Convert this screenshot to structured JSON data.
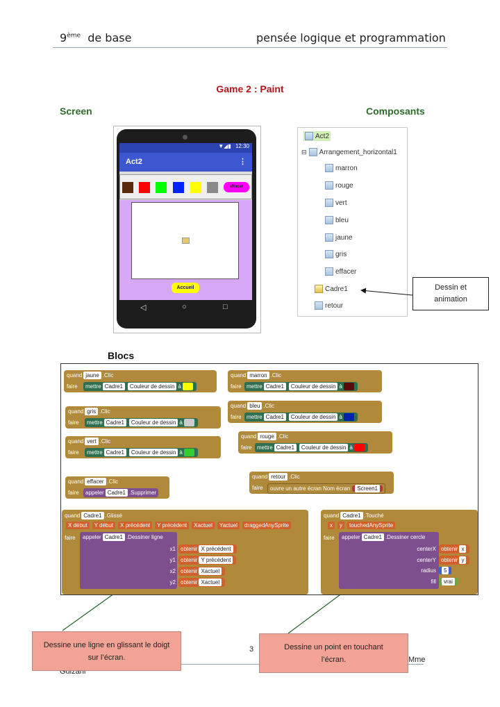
{
  "header": {
    "grade": "9",
    "grade_sup": "ème",
    "grade_suffix": "de base",
    "subject": "pensée logique et programmation"
  },
  "title": "Game 2 :  Paint",
  "sections": {
    "screen": "Screen",
    "components": "Composants",
    "blocks": "Blocs"
  },
  "phone": {
    "time": "12:30",
    "app_title": "Act2",
    "swatches": [
      "#5a2a0c",
      "#ff0000",
      "#00ff00",
      "#0022ff",
      "#ffff00",
      "#8a8a8a"
    ],
    "effacer_label": "effacer",
    "effacer_color": "#ff00ff",
    "accueil_label": "Accueil",
    "accueil_color": "#ffff00"
  },
  "tree": {
    "root": "Act2",
    "arrangement": "Arrangement_horizontal1",
    "children": [
      "marron",
      "rouge",
      "vert",
      "bleu",
      "jaune",
      "gris",
      "effacer"
    ],
    "cadre": "Cadre1",
    "retour": "retour"
  },
  "callout_dessin": "Dessin et animation",
  "blocks": {
    "quand": "quand",
    "faire": "faire",
    "clic": ".Clic",
    "mettre": "mettre",
    "cadre": "Cadre1",
    "couleur": "Couleur de dessin",
    "a": "à",
    "appeler": "appeler",
    "supprimer": ".Supprimer",
    "ouvre": "ouvre un autre écran",
    "nom_ecran": "Nom écran",
    "screen1": "Screen1",
    "color_buttons": [
      {
        "name": "jaune",
        "color": "#ffff00"
      },
      {
        "name": "marron",
        "color": "#5a0a0a"
      },
      {
        "name": "gris",
        "color": "#cccccc"
      },
      {
        "name": "bleu",
        "color": "#0022aa"
      },
      {
        "name": "vert",
        "color": "#33cc33"
      },
      {
        "name": "rouge",
        "color": "#ff0000"
      }
    ],
    "effacer": "effacer",
    "retour": "retour",
    "glisse": {
      "event": ".Glissé",
      "params": [
        "X début",
        "Y début",
        "X précédent",
        "Y précédent",
        "Xactuel",
        "Yactuel",
        "draggedAnySprite"
      ],
      "faire": "faire",
      "method": ".Dessiner ligne",
      "args": [
        {
          "label": "x1",
          "value": "X précédent"
        },
        {
          "label": "y1",
          "value": "Y précédent"
        },
        {
          "label": "x2",
          "value": "Xactuel"
        },
        {
          "label": "y2",
          "value": "Xactuel"
        }
      ],
      "obtenir": "obtenir"
    },
    "touche": {
      "event": ".Touché",
      "params": [
        "x",
        "y",
        "touchedAnySprite"
      ],
      "method": ".Dessiner cercle",
      "args": [
        {
          "label": "centerX",
          "value": "x"
        },
        {
          "label": "centerY",
          "value": "y"
        },
        {
          "label": "radius",
          "value": "5"
        },
        {
          "label": "fill",
          "value": "vrai"
        }
      ]
    }
  },
  "notes": {
    "left": "Dessine une ligne en glissant le doigt sur l’écran.",
    "right": "Dessine un point en touchant l’écran."
  },
  "footer": {
    "page": "3",
    "author_pre": "Mme",
    "author": "Guizani"
  }
}
